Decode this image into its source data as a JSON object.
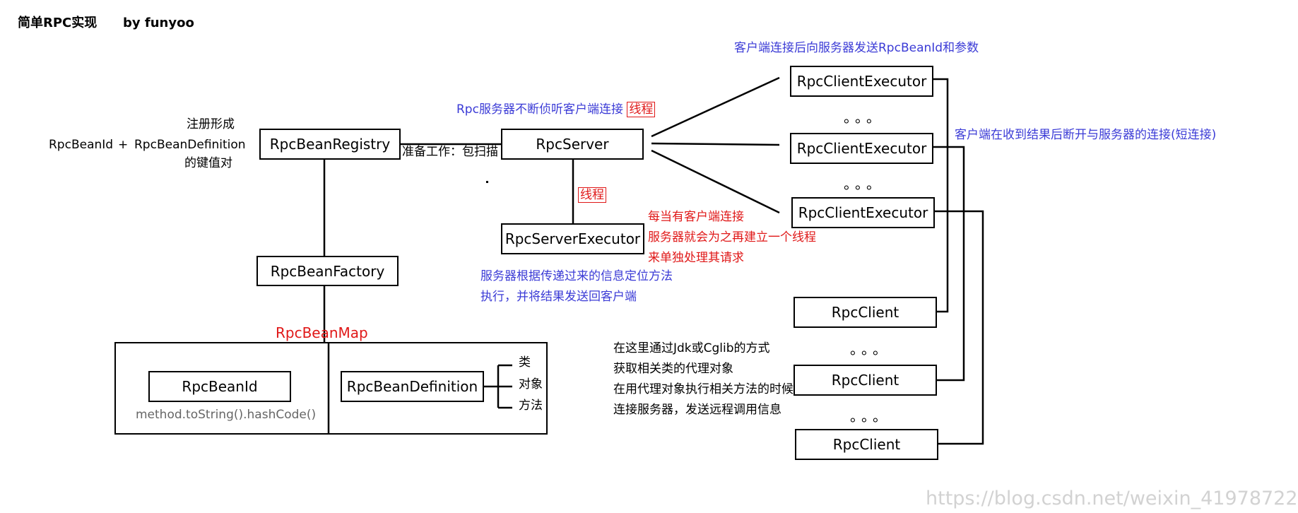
{
  "header": {
    "title": "简单RPC实现",
    "author": "by funyoo"
  },
  "registry_note": {
    "line1": "注册形成",
    "line2_left": "RpcBeanId",
    "line2_plus": "+",
    "line2_right": "RpcBeanDefinition",
    "line3": "的键值对"
  },
  "nodes": {
    "registry": "RpcBeanRegistry",
    "factory": "RpcBeanFactory",
    "bean_map": "RpcBeanMap",
    "bean_id": "RpcBeanId",
    "bean_id_note": "method.toString().hashCode()",
    "bean_definition": "RpcBeanDefinition",
    "definition_class": "类",
    "definition_object": "对象",
    "definition_method": "方法",
    "server": "RpcServer",
    "server_executor": "RpcServerExecutor",
    "client_executor_1": "RpcClientExecutor",
    "client_executor_2": "RpcClientExecutor",
    "client_executor_3": "RpcClientExecutor",
    "client_1": "RpcClient",
    "client_2": "RpcClient",
    "client_3": "RpcClient",
    "ellipsis": "。。。"
  },
  "annotations": {
    "prepare_scan": "准备工作：包扫描",
    "server_listen": "Rpc服务器不断侦听客户端连接",
    "server_listen_thread": "线程",
    "server_executor_thread": "线程",
    "per_connection_1": "每当有客户端连接",
    "per_connection_2": "服务器就会为之再建立一个线程",
    "per_connection_3": "来单独处理其请求",
    "server_locate_1": "服务器根据传递过来的信息定位方法",
    "server_locate_2": "执行，并将结果发送回客户端",
    "client_send": "客户端连接后向服务器发送RpcBeanId和参数",
    "client_disconnect": "客户端在收到结果后断开与服务器的连接(短连接)",
    "proxy_1": "在这里通过Jdk或Cglib的方式",
    "proxy_2": "获取相关类的代理对象",
    "proxy_3": "在用代理对象执行相关方法的时候",
    "proxy_4": "连接服务器，发送远程调用信息"
  },
  "watermark": "https://blog.csdn.net/weixin_41978722",
  "colors": {
    "blue_text": "#3b3bd6",
    "red_text": "#e01818",
    "watermark": "#d2d2d2"
  }
}
